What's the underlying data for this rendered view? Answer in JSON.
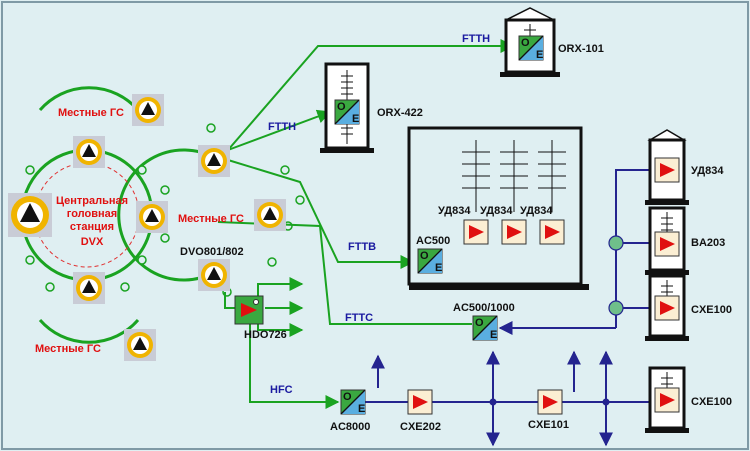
{
  "hubs": {
    "central": [
      "Центральная",
      "головная",
      "станция"
    ],
    "central_model": "DVX",
    "local_top": "Местные ГС",
    "local_right": "Местные ГС",
    "local_bottom": "Местные ГС",
    "dvo": "DVO801/802",
    "hdo": "HDO726"
  },
  "links": {
    "ftth_top": "FTTH",
    "ftth_mid": "FTTH",
    "fttb": "FTTB",
    "fttc": "FTTC",
    "hfc": "HFC"
  },
  "devices": {
    "orx101": "ORX-101",
    "orx422": "ORX-422",
    "ac500": "AC500",
    "amp1": "УД834",
    "amp2": "УД834",
    "amp3": "УД834",
    "ac500_1000": "AC500/1000",
    "ud834_right": "УД834",
    "ba203": "BA203",
    "cxe100_a": "CXE100",
    "cxe100_b": "CXE100",
    "ac8000": "AC8000",
    "cxe202": "CXE202",
    "cxe101": "CXE101"
  },
  "converter_letters": {
    "o": "O",
    "e": "E"
  },
  "colors": {
    "background": "#dfeff2",
    "optical_line": "#1aa321",
    "coax_line": "#24248f",
    "node_fill": "#f0b400",
    "amp_red": "#e01010",
    "converter_green": "#3aa840",
    "converter_blue": "#5aaee0"
  }
}
